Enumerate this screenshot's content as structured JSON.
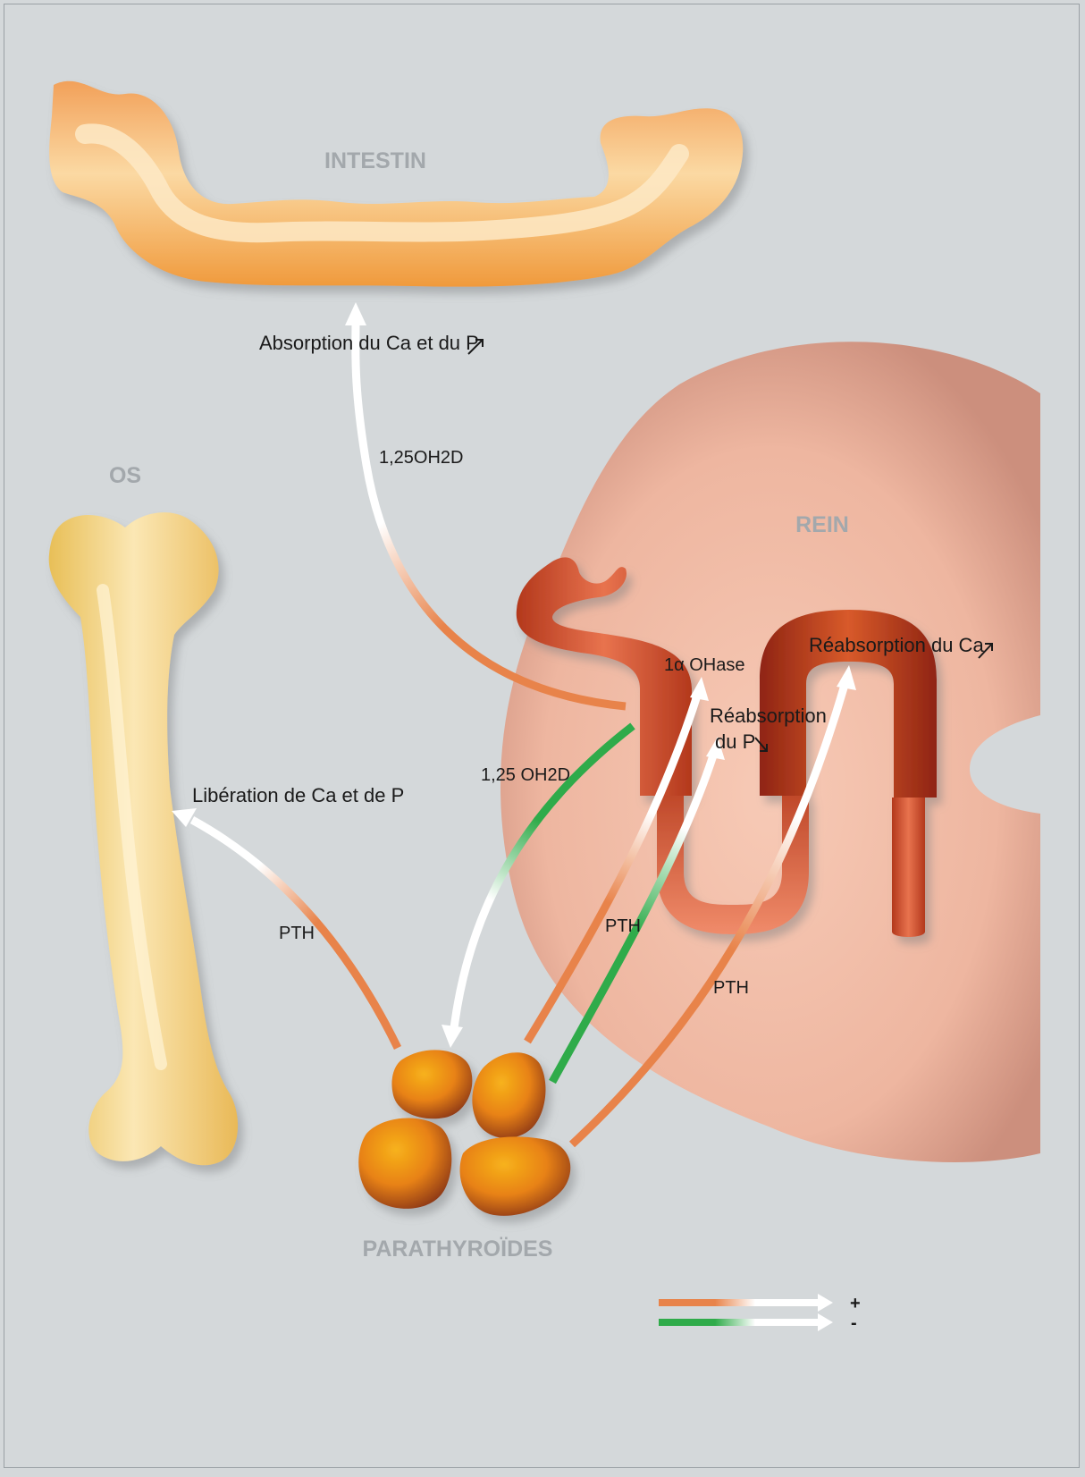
{
  "organs": {
    "intestin": "INTESTIN",
    "os": "OS",
    "rein": "REIN",
    "parathyroides": "PARATHYROÏDES"
  },
  "labels": {
    "absorption": "Absorption du Ca et du P",
    "liberation": "Libération de Ca et de P",
    "reabsorption_ca": "Réabsorption du Ca",
    "reabsorption_p_line1": "Réabsorption",
    "reabsorption_p_line2": "du P",
    "ohase": "1α OHase"
  },
  "hormones": {
    "calcitriol_top": "1,25OH2D",
    "calcitriol_green": "1,25 OH2D",
    "pth_bone": "PTH",
    "pth_mid": "PTH",
    "pth_kidney": "PTH"
  },
  "legend": {
    "plus": "+",
    "minus": "-",
    "plus_color": "#e8834a",
    "minus_color": "#2fab4a"
  },
  "colors": {
    "background": "#d4d8da",
    "stimulation": "#e8834a",
    "inhibition": "#2fab4a",
    "organ_label": "#a3a8ac"
  },
  "indicators": {
    "increase": "arrow-up-right",
    "decrease": "arrow-down-right"
  }
}
